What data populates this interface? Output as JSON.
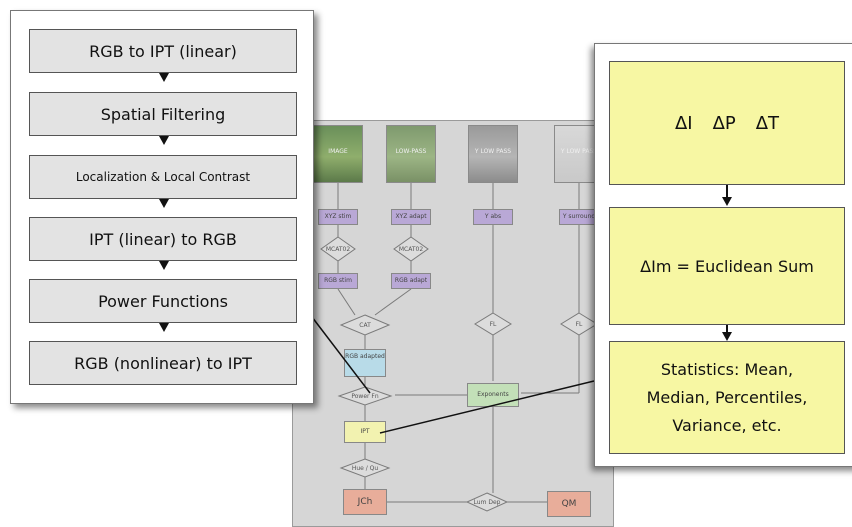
{
  "left_panel": {
    "steps": [
      "RGB to IPT (linear)",
      "Spatial Filtering",
      "Localization & Local Contrast",
      "IPT (linear) to RGB",
      "Power Functions",
      "RGB (nonlinear) to IPT"
    ]
  },
  "right_panel": {
    "delta_i": "ΔI",
    "delta_p": "ΔP",
    "delta_t": "ΔT",
    "euclidean": "ΔIm = Euclidean Sum",
    "stats_line1": "Statistics: Mean,",
    "stats_line2": "Median, Percentiles,",
    "stats_line3": "Variance, etc."
  },
  "background": {
    "thumbs": [
      "IMAGE",
      "LOW-PASS",
      "Y LOW PASS",
      "Y LOW PASS"
    ],
    "xyz_stim": "XYZ stim",
    "xyz_adapt": "XYZ adapt",
    "y_abs": "Y abs",
    "y_surround": "Y surround",
    "mcat1": "MCAT02",
    "mcat2": "MCAT02",
    "rgb_stim": "RGB stim",
    "rgb_adapt": "RGB adapt",
    "cat": "CAT",
    "fl1": "FL",
    "fl2": "FL",
    "rgb_adapted": "RGB adapted",
    "exponents": "Exponents",
    "power_fn": "Power Fn",
    "ipt": "IPT",
    "hue_qu": "Hue / Qu",
    "jch": "JCh",
    "lum_dep": "Lum Dep",
    "qm": "QM"
  },
  "colors": {
    "step_fill": "#e3e3e3",
    "yellow_box": "#f7f7a3",
    "purple_node": "#b9a8d6",
    "blue_node": "#b8dbe8",
    "green_node": "#c3e0b8",
    "salmon_node": "#e8ad9a"
  }
}
